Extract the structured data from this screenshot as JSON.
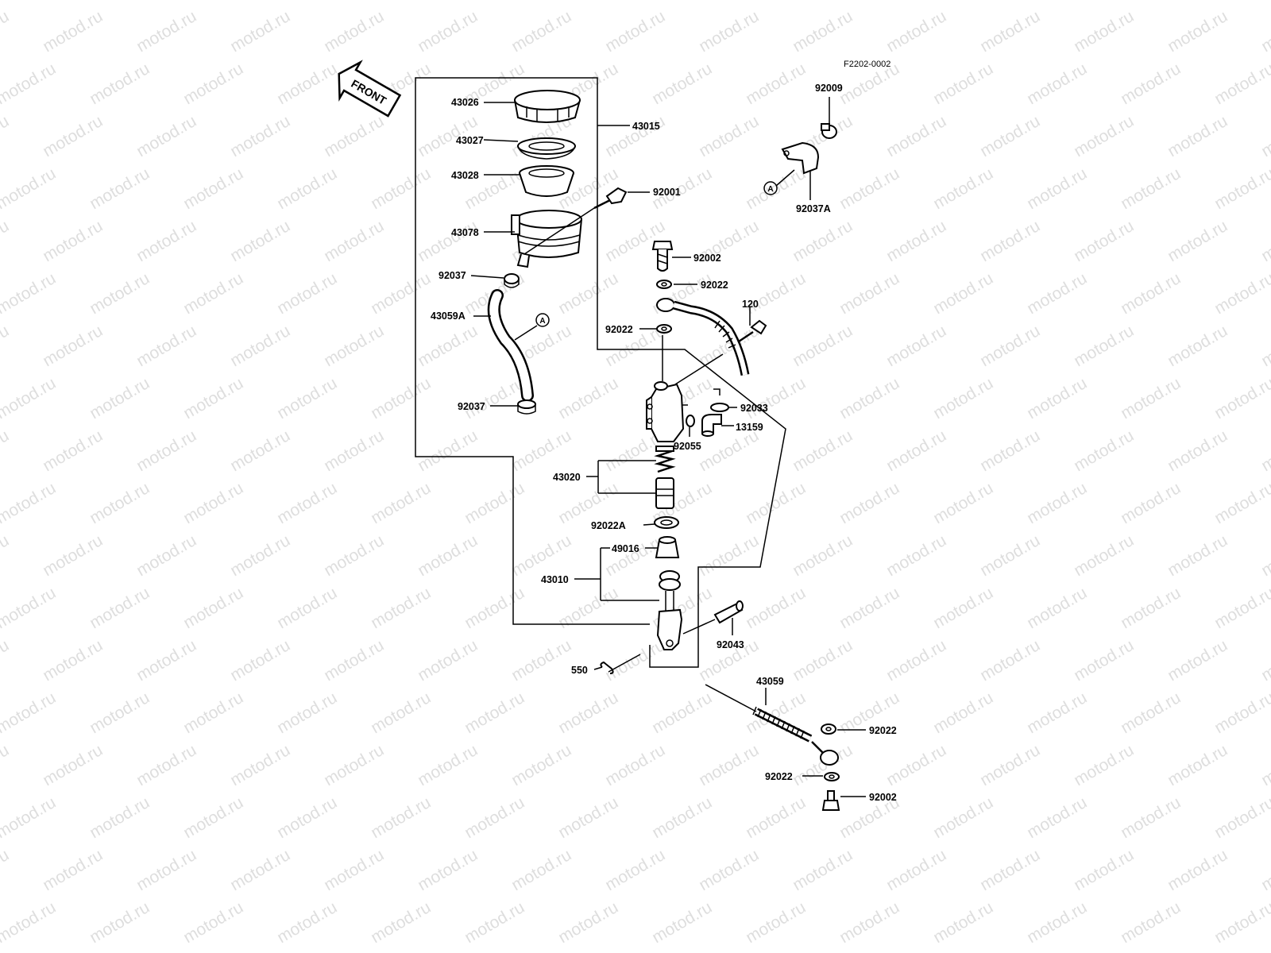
{
  "watermark": "motod.ru",
  "figure_code": "F2202-0002",
  "front_label": "FRONT",
  "ref_marker": "A",
  "labels": {
    "p43026": "43026",
    "p43027": "43027",
    "p43028": "43028",
    "p43078": "43078",
    "p92037_top": "92037",
    "p43059A": "43059A",
    "p92037_bottom": "92037",
    "p43015": "43015",
    "p92001": "92001",
    "p92009": "92009",
    "p92037A": "92037A",
    "p92002_top": "92002",
    "p92022_a": "92022",
    "p92022_b": "92022",
    "p120": "120",
    "p92033": "92033",
    "p13159": "13159",
    "p92055": "92055",
    "p43020": "43020",
    "p92022A": "92022A",
    "p49016": "49016",
    "p43010": "43010",
    "p92043": "92043",
    "p550": "550",
    "p43059": "43059",
    "p92022_c": "92022",
    "p92022_d": "92022",
    "p92002_bottom": "92002"
  }
}
